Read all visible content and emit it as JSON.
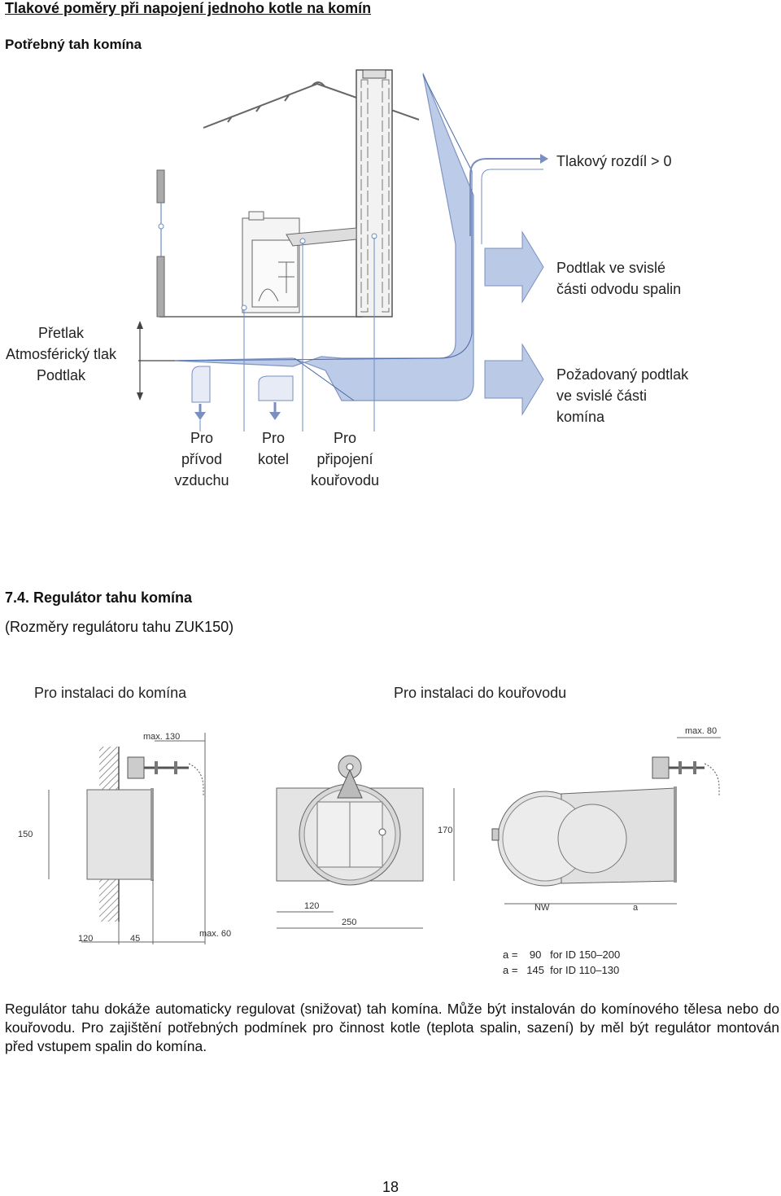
{
  "header": {
    "title": "Tlakové poměry při napojení jednoho kotle na komín",
    "subtitle": "Potřebný tah komína"
  },
  "diagram1": {
    "pressure_diff": "Tlakový rozdíl > 0",
    "underpressure_vertical": [
      "Podtlak ve svislé",
      "části odvodu spalin"
    ],
    "required_underpressure": [
      "Požadovaný podtlak",
      "ve svislé části",
      "komína"
    ],
    "legend_left": [
      "Přetlak",
      "Atmosférický tlak",
      "Podtlak"
    ],
    "for_air_supply": [
      "Pro",
      "přívod",
      "vzduchu"
    ],
    "for_boiler": [
      "Pro",
      "kotel"
    ],
    "for_flue_connection": [
      "Pro",
      "připojení",
      "kouřovodu"
    ],
    "colors": {
      "fill": "#b9c9e6",
      "stroke": "#7a8fbf"
    }
  },
  "section": {
    "title": "7.4.  Regulátor tahu komína",
    "subtitle": "(Rozměry regulátoru tahu ZUK150)"
  },
  "install": {
    "chimney": "Pro instalaci do komína",
    "flue": "Pro instalaci do kouřovodu"
  },
  "dims": {
    "max130": "max. 130",
    "d150": "150",
    "d120a": "120",
    "d45": "45",
    "max60": "max. 60",
    "d170": "170",
    "d120b": "120",
    "d250": "250",
    "max80": "max. 80",
    "nw": "NW",
    "a": "a",
    "a_line1": "a =    90   for ID 150–200",
    "a_line2": "a =   145  for ID 110–130"
  },
  "paragraph": "Regulátor tahu dokáže automaticky regulovat (snižovat) tah komína. Může být instalován do komínového tělesa nebo do kouřovodu. Pro zajištění potřebných podmínek pro činnost kotle (teplota spalin, sazení) by měl být regulátor montován před vstupem spalin do komína.",
  "page_number": "18"
}
